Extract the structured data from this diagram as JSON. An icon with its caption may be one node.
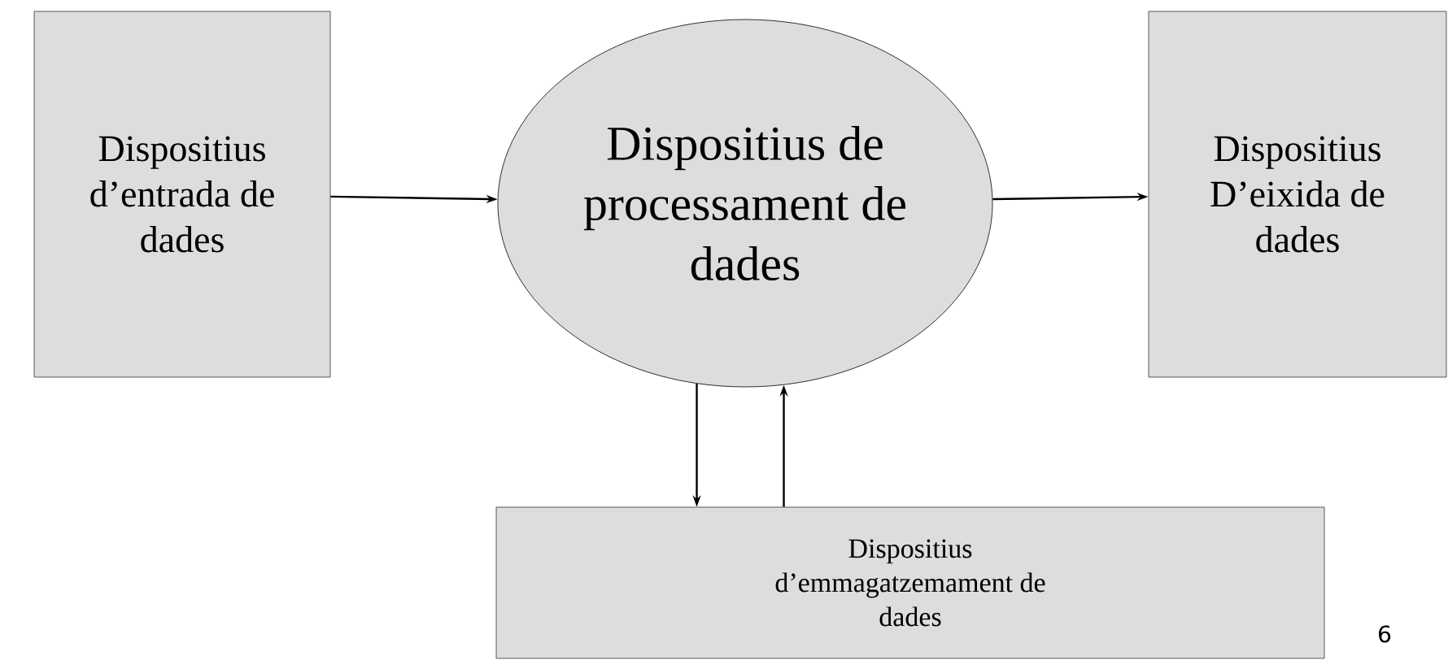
{
  "diagram": {
    "nodes": [
      {
        "text": [
          "Dispositius d’entrada de dades"
        ]
      },
      {
        "text": [
          "Dispositius de processament de dades"
        ]
      },
      {
        "text": [
          "Dispositius D’eixida de dades"
        ]
      },
      {
        "text": [
          "Dispositius d’emmagatzemament de dades"
        ]
      }
    ],
    "edges": [
      {
        "from": 0,
        "to": 1,
        "arrow": "to"
      },
      {
        "from": 1,
        "to": 2,
        "arrow": "to"
      },
      {
        "from": 1,
        "to": 3,
        "arrow": "to"
      },
      {
        "from": 3,
        "to": 1,
        "arrow": "to"
      }
    ],
    "labels": [
      "6"
    ]
  }
}
